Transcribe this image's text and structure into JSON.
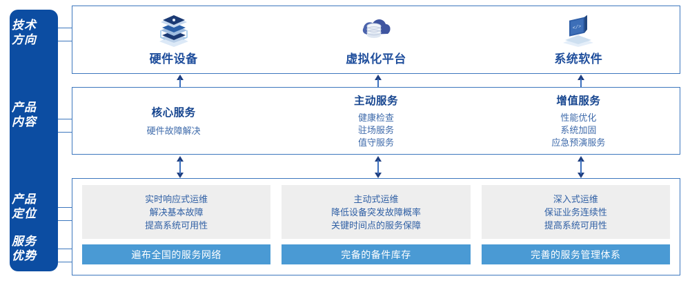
{
  "rail": {
    "labels": [
      {
        "text": "技术\n方向",
        "name": "rail-label-tech-direction"
      },
      {
        "text": "产品\n内容",
        "name": "rail-label-product-content"
      },
      {
        "text": "产品\n定位",
        "name": "rail-label-product-position"
      },
      {
        "text": "服务\n优势",
        "name": "rail-label-service-advantage"
      }
    ],
    "color": "#0c4da2"
  },
  "tech": {
    "columns": [
      {
        "icon": "stacked-server-icon",
        "title": "硬件设备"
      },
      {
        "icon": "cloud-database-icon",
        "title": "虚拟化平台"
      },
      {
        "icon": "laptop-code-icon",
        "title": "系统软件"
      }
    ]
  },
  "content": {
    "columns": [
      {
        "title": "核心服务",
        "items": [
          "硬件故障解决"
        ]
      },
      {
        "title": "主动服务",
        "items": [
          "健康检查",
          "驻场服务",
          "值守服务"
        ]
      },
      {
        "title": "增值服务",
        "items": [
          "性能优化",
          "系统加固",
          "应急预演服务"
        ]
      }
    ]
  },
  "position": {
    "boxes": [
      {
        "lines": [
          "实时响应式运维",
          "解决基本故障",
          "提高系统可用性"
        ]
      },
      {
        "lines": [
          "主动式运维",
          "降低设备突发故障概率",
          "关键时间点的服务保障"
        ]
      },
      {
        "lines": [
          "深入式运维",
          "保证业务连续性",
          "提高系统可用性"
        ]
      }
    ]
  },
  "advantage": {
    "bars": [
      {
        "label": "遍布全国的服务网络"
      },
      {
        "label": "完备的备件库存"
      },
      {
        "label": "完善的服务管理体系"
      }
    ]
  },
  "colors": {
    "rail_blue": "#0c4da2",
    "panel_border": "#3b76bd",
    "title_blue": "#1f4e9c",
    "body_blue": "#3f6bab",
    "gray_box": "#eeeeee",
    "bar_blue": "#4a9ad4",
    "arrow": "#1f3f80"
  }
}
